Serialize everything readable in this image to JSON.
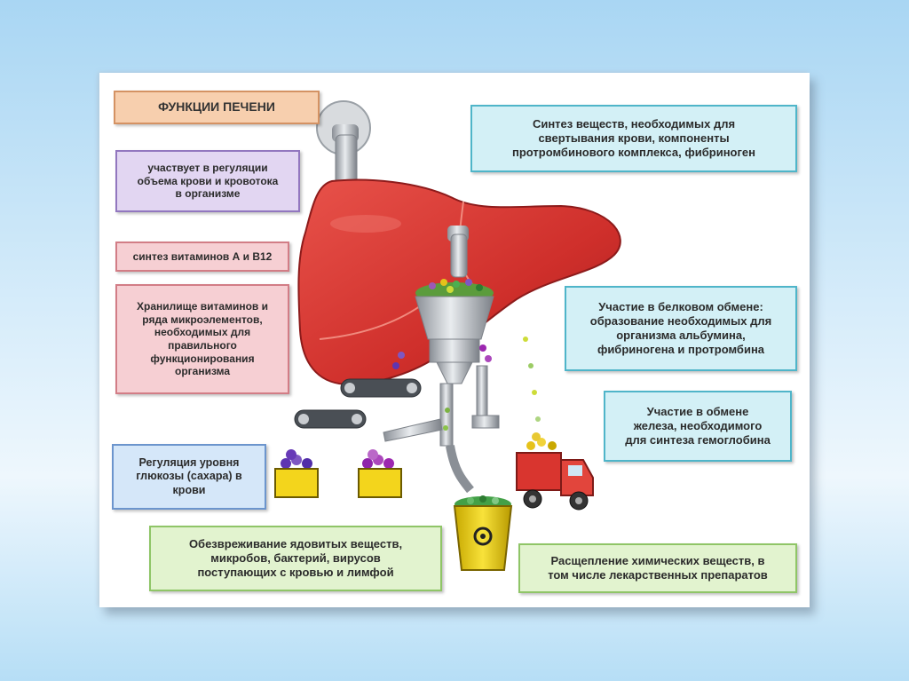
{
  "title": "ФУНКЦИИ ПЕЧЕНИ",
  "functions": {
    "blood_volume": "участвует в регуляции\nобъема крови и кровотока\nв организме",
    "vitamin_synthesis": "синтез витаминов А и В12",
    "vitamin_storage": "Хранилище витаминов и\nряда микроэлементов,\nнеобходимых для\nправильного\nфункционирования\nорганизма",
    "glucose": "Регуляция уровня\nглюкозы (сахара) в\nкрови",
    "coagulation": "Синтез веществ, необходимых для\nсвертывания крови, компоненты\nпротромбинового комплекса, фибриноген",
    "protein": "Участие в белковом обмене:\nобразование необходимых для\nорганизма альбумина,\nфибриногена и протромбина",
    "iron": "Участие в обмене\nжелеза, необходимого\nдля синтеза гемоглобина",
    "detox": "Обезвреживание ядовитых веществ,\nмикробов, бактерий, вирусов\nпоступающих с кровью и лимфой",
    "breakdown": "Расщепление химических веществ, в\nтом числе лекарственных препаратов"
  },
  "icons": [
    "liver-icon",
    "faucet-icon",
    "funnel-icon",
    "conveyor-icon",
    "crate-icon",
    "bucket-biohazard-icon",
    "truck-icon"
  ],
  "colors": {
    "liver": "#d93a34",
    "title_box": "#f7cfae",
    "violet_box": "#e2d6f2",
    "red_box": "#f6cfd3",
    "blue_box": "#d5e7f9",
    "cyan_box": "#d3f0f6",
    "green_box": "#e2f3cf"
  }
}
